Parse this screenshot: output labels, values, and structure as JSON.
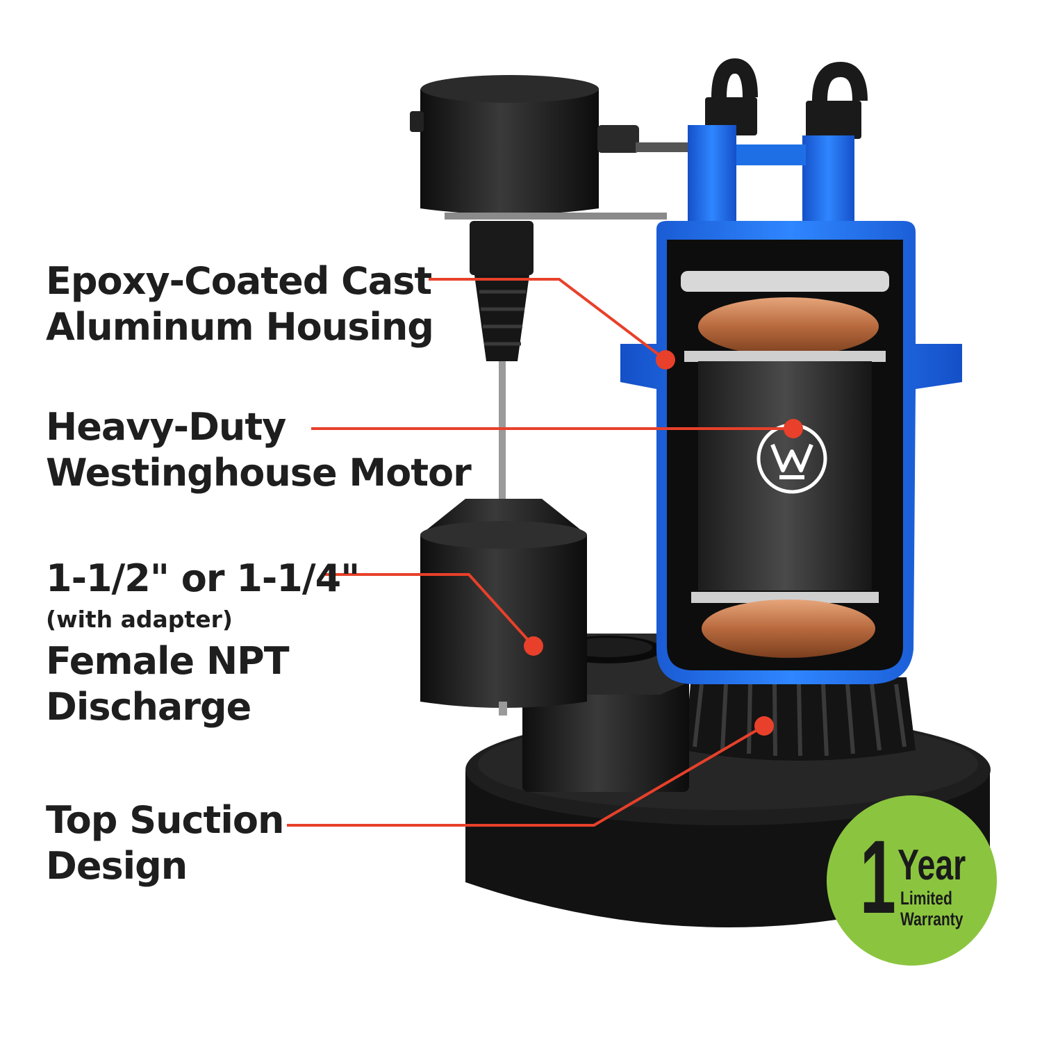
{
  "callouts": {
    "housing": {
      "line1": "Epoxy-Coated Cast",
      "line2": "Aluminum Housing"
    },
    "motor": {
      "line1": "Heavy-Duty",
      "line2": "Westinghouse Motor"
    },
    "discharge": {
      "line1": "1-1/2\" or 1-1/4\"",
      "note": "(with adapter)",
      "line2": "Female NPT",
      "line3": "Discharge"
    },
    "suction": {
      "line1": "Top Suction",
      "line2": "Design"
    }
  },
  "warranty": {
    "number": "1",
    "unit": "Year",
    "line1": "Limited",
    "line2": "Warranty"
  },
  "icons": [
    "westinghouse-logo-icon",
    "callout-dot-icon"
  ],
  "colors": {
    "accent": "#e8402a",
    "housing": "#1e6fe6",
    "badge": "#8bc53f",
    "text": "#1e1e1e"
  }
}
